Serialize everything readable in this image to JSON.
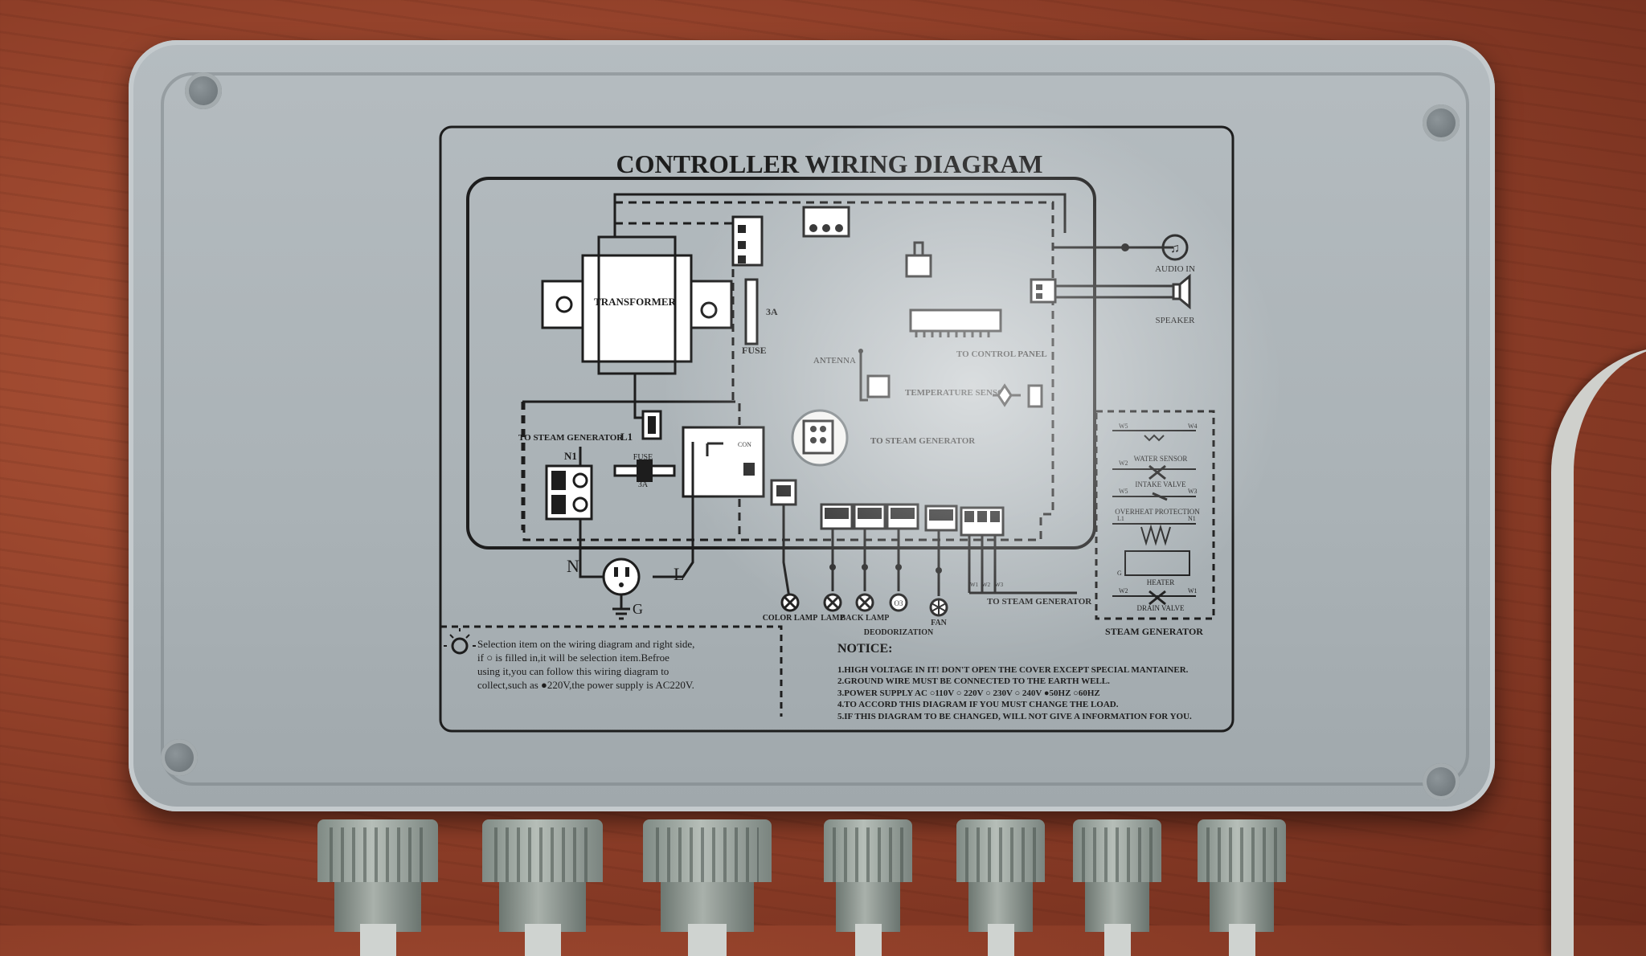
{
  "title": "CONTROLLER WIRING DIAGRAM",
  "components": {
    "transformer": "TRANSFORMER",
    "fuse_3a": "3A",
    "fuse_label": "FUSE",
    "fuse2_label": "FUSE",
    "fuse2_rating": "3A",
    "antenna": "ANTENNA",
    "to_control_panel": "TO CONTROL PANEL",
    "temperature_sensor": "TEMPERATURE SENSOR",
    "to_steam_generator_mid": "TO STEAM GENERATOR",
    "to_steam_generator_left": "TO STEAM GENERATOR",
    "to_steam_generator_bottom": "TO STEAM GENERATOR",
    "audio_in": "AUDIO IN",
    "speaker": "SPEAKER",
    "relay_label": "CON",
    "n1": "N1",
    "l1": "L1",
    "n": "N",
    "l": "L",
    "g": "G",
    "w1": "W1",
    "w2": "W2",
    "w3": "W3"
  },
  "loads": {
    "color_lamp": "COLOR LAMP",
    "lamp": "LAMP",
    "back_lamp": "BACK LAMP",
    "deodorization": "DEODORIZATION",
    "fan": "FAN"
  },
  "steam_generator": {
    "title": "STEAM GENERATOR",
    "w5": "W5",
    "w4": "W4",
    "w2": "W2",
    "w3": "W3",
    "w1": "W1",
    "l1": "L1",
    "n1": "N1",
    "g": "G",
    "water_sensor": "WATER SENSOR",
    "intake_valve": "INTAKE VALVE",
    "overheat_protection": "OVERHEAT PROTECTION",
    "heater": "HEATER",
    "drain_valve": "DRAIN VALVE"
  },
  "selection_note": [
    "Selection item on the wiring diagram and right side,",
    "if ○ is filled in,it will be selection item.Befroe",
    "using it,you can follow this wiring diagram to",
    "collect,such as ●220V,the power supply is AC220V."
  ],
  "notice": {
    "title": "NOTICE:",
    "lines": [
      "1.HIGH VOLTAGE IN IT! DON'T OPEN THE COVER EXCEPT SPECIAL MANTAINER.",
      "2.GROUND WIRE MUST BE CONNECTED TO THE EARTH WELL.",
      "3.POWER SUPPLY AC ○110V ○ 220V ○ 230V ○ 240V ●50HZ ○60HZ",
      "4.TO ACCORD THIS DIAGRAM IF YOU MUST CHANGE THE LOAD.",
      "5.IF THIS DIAGRAM TO BE CHANGED, WILL NOT GIVE A INFORMATION FOR YOU."
    ]
  },
  "colors": {
    "enclosure": "#aab2b6",
    "ink": "#1d1d1d",
    "table": "#8e3e28"
  }
}
